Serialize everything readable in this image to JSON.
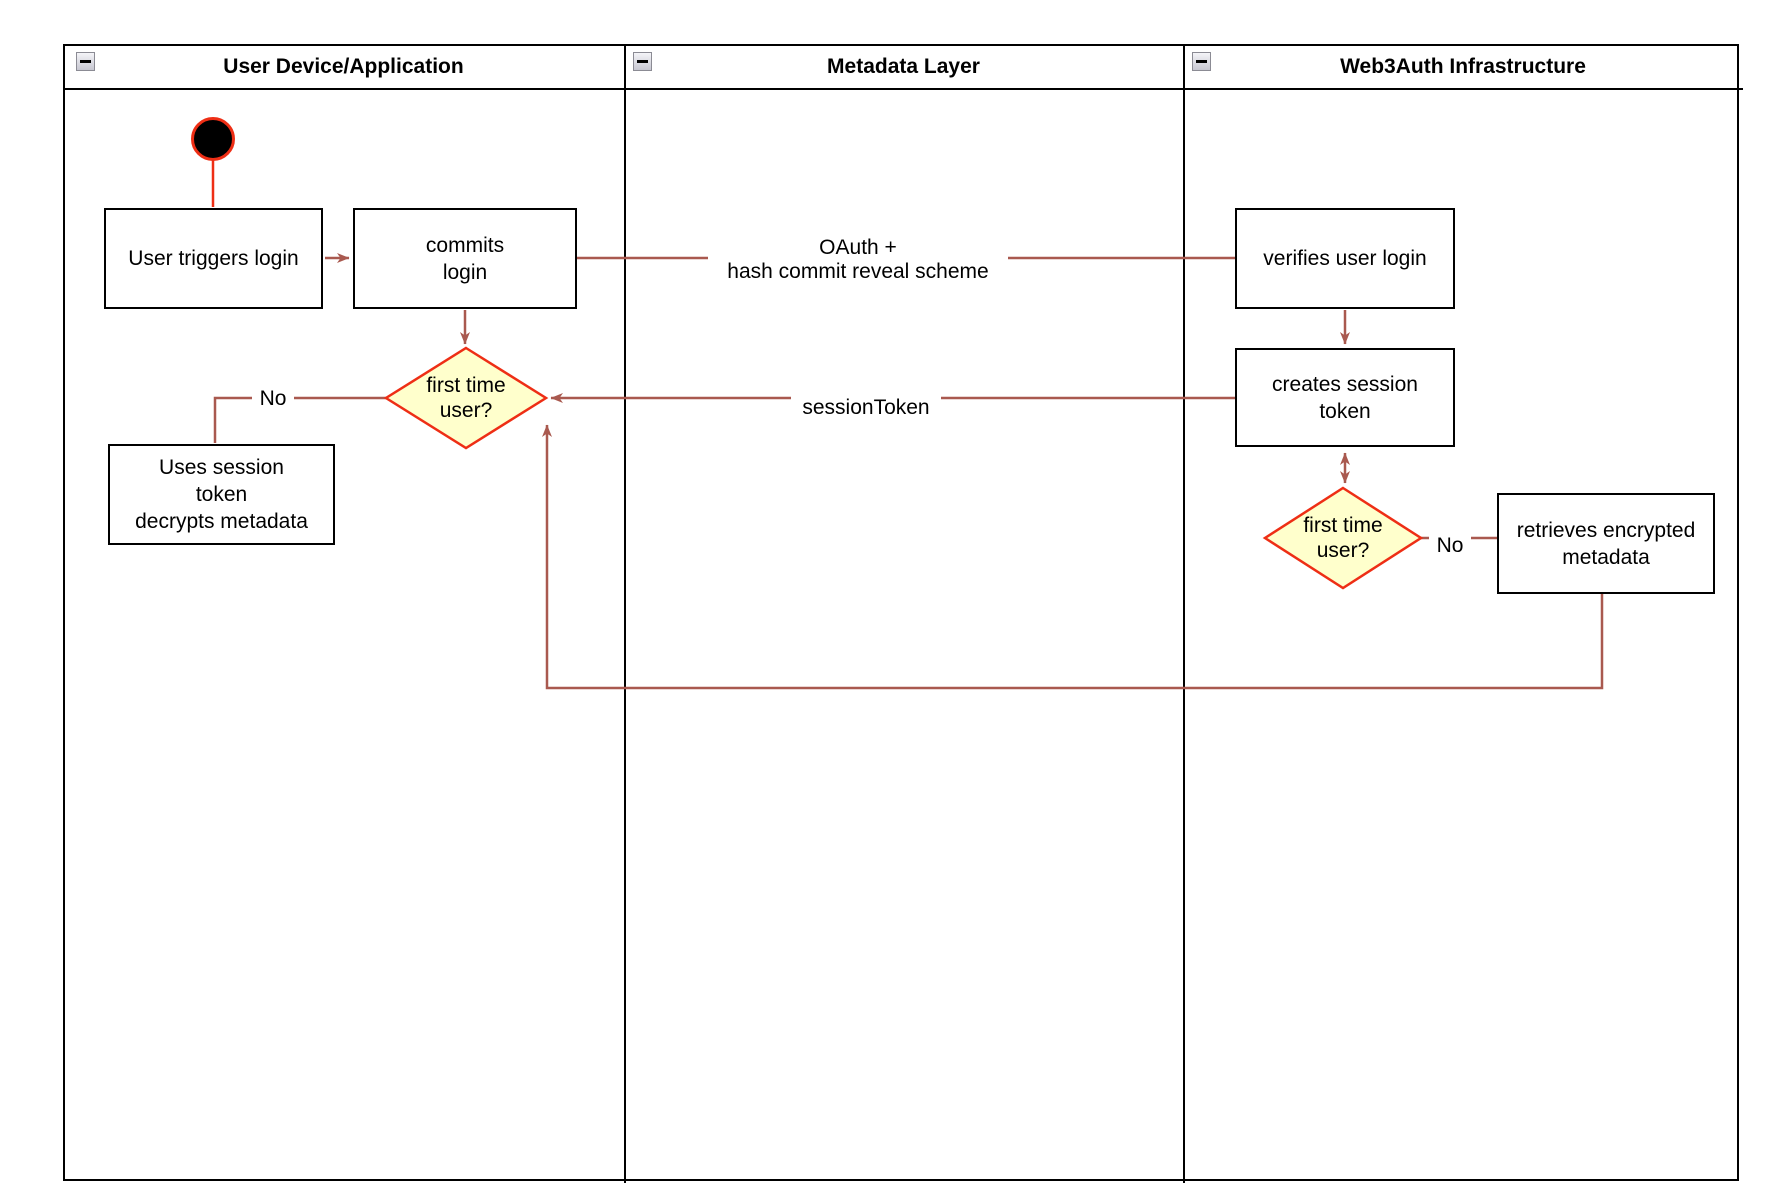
{
  "lanes": [
    {
      "title": "User Device/Application"
    },
    {
      "title": "Metadata Layer"
    },
    {
      "title": "Web3Auth Infrastructure"
    }
  ],
  "nodes": {
    "user_triggers_login": {
      "lines": [
        "User triggers login"
      ]
    },
    "commits_login": {
      "lines": [
        "commits",
        "login"
      ]
    },
    "first_time_user_left": {
      "lines": [
        "first time",
        "user?"
      ]
    },
    "uses_session_token": {
      "lines": [
        "Uses session",
        "token",
        "decrypts metadata"
      ]
    },
    "verifies_user_login": {
      "lines": [
        "verifies user login"
      ]
    },
    "creates_session_token": {
      "lines": [
        "creates session",
        "token"
      ]
    },
    "first_time_user_right": {
      "lines": [
        "first time",
        "user?"
      ]
    },
    "retrieves_encrypted_metadata": {
      "lines": [
        "retrieves encrypted",
        "metadata"
      ]
    }
  },
  "edge_labels": {
    "oauth_line1": "OAuth +",
    "oauth_line2": "hash commit reveal scheme",
    "session_token": "sessionToken",
    "no_left": "No",
    "no_right": "No"
  },
  "colors": {
    "connector": "#a9594f",
    "shape_stroke": "#ee2e15",
    "diamond_fill": "#ffffcc",
    "lane_border": "#000000",
    "start_node_fill": "#000000"
  }
}
